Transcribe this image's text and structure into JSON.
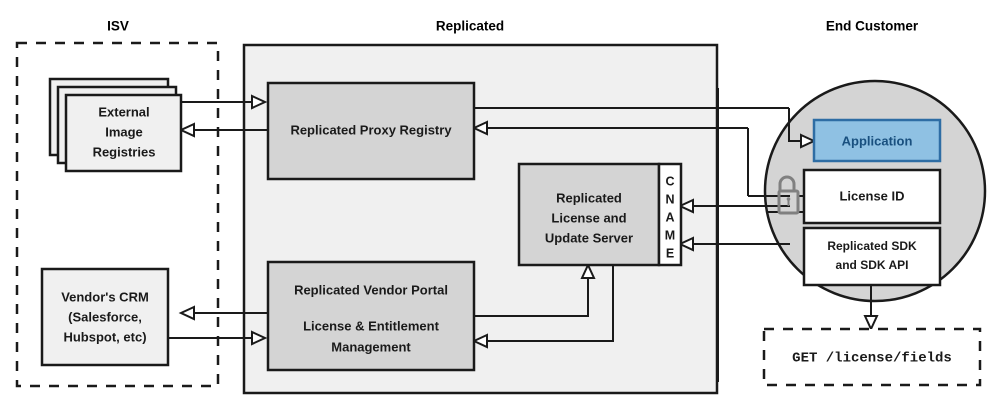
{
  "zones": {
    "isv": {
      "title": "ISV",
      "style": "dashed-rectangle"
    },
    "replicated": {
      "title": "Replicated",
      "style": "solid-filled-rectangle",
      "fill": "#f0f0f0"
    },
    "end_customer": {
      "title": "End Customer",
      "style": "circle",
      "fill": "#d4d4d4"
    }
  },
  "nodes": {
    "external_image_registries": {
      "label_lines": [
        "External",
        "Image",
        "Registries"
      ],
      "style": "stacked-cards",
      "fill": "#f0f0f0"
    },
    "vendors_crm": {
      "label_lines": [
        "Vendor's CRM",
        "(Salesforce,",
        "Hubspot, etc)"
      ],
      "fill": "#f0f0f0"
    },
    "replicated_proxy_registry": {
      "label_lines": [
        "Replicated Proxy Registry"
      ],
      "fill": "#d4d4d4"
    },
    "replicated_license_update_server": {
      "label_lines": [
        "Replicated",
        "License and",
        "Update Server"
      ],
      "fill": "#d4d4d4"
    },
    "cname": {
      "label_letters": [
        "C",
        "N",
        "A",
        "M",
        "E"
      ],
      "fill": "#ffffff"
    },
    "replicated_vendor_portal": {
      "label_lines": [
        "Replicated Vendor Portal",
        "",
        "License & Entitlement",
        "Management"
      ],
      "fill": "#d4d4d4"
    },
    "application": {
      "label_lines": [
        "Application"
      ],
      "fill": "#8fc1e3",
      "border": "#2e6da4",
      "text_color": "#19507f"
    },
    "license_id": {
      "label_lines": [
        "License ID"
      ],
      "fill": "#ffffff"
    },
    "replicated_sdk": {
      "label_lines": [
        "Replicated SDK",
        "and SDK API"
      ],
      "fill": "#ffffff"
    },
    "api_call": {
      "label_lines": [
        "GET /license/fields"
      ],
      "style": "dashed-rectangle",
      "font": "monospace"
    }
  },
  "icons": {
    "unlocked_padlock": "unlock-icon"
  }
}
